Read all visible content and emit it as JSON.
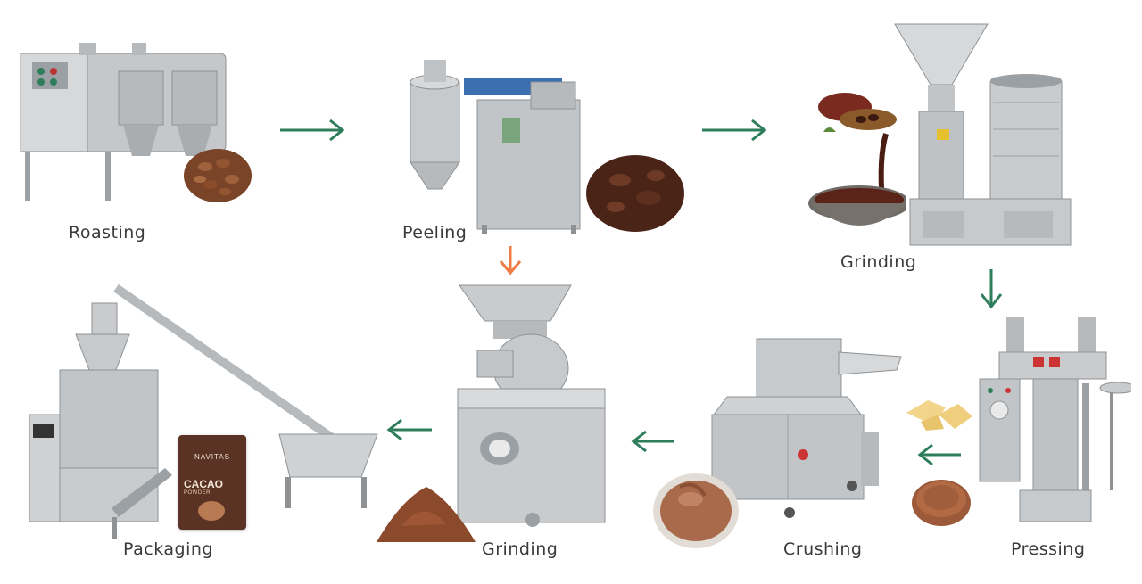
{
  "colors": {
    "arrow_green": "#2e7d5b",
    "arrow_orange": "#ef7c45",
    "label_text": "#3a3a3a",
    "steel": "#c9cbcd",
    "steel_dark": "#8e9295",
    "cocoa": "#6b3a22"
  },
  "steps": {
    "roasting": "Roasting",
    "peeling": "Peeling",
    "grinding_top": "Grinding",
    "pressing": "Pressing",
    "crushing": "Crushing",
    "grinding_bottom": "Grinding",
    "packaging": "Packaging"
  },
  "product": {
    "brand": "NAVITAS",
    "name": "CACAO",
    "subname": "POWDER"
  },
  "icons": {
    "flow_arrow": "arrow-right-icon",
    "down_arrow": "arrow-down-icon",
    "back_arrow": "arrow-left-icon"
  }
}
